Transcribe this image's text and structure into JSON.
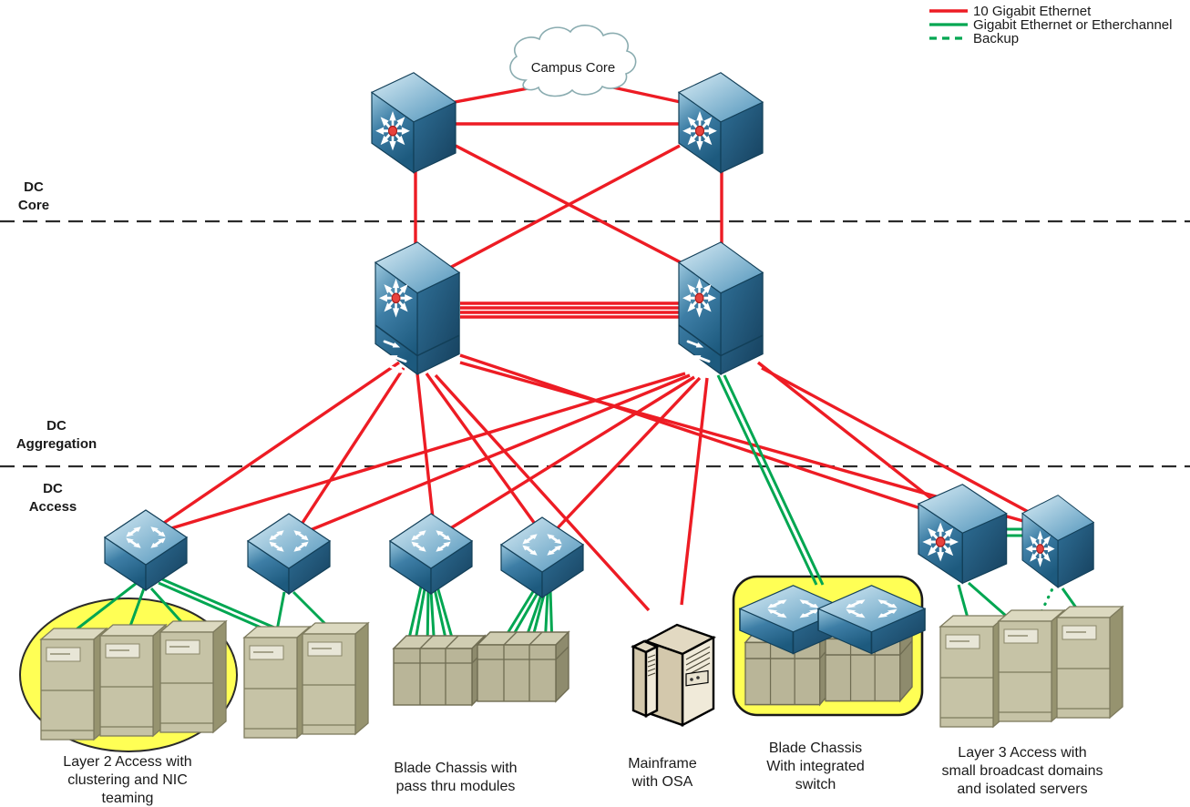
{
  "colors": {
    "red": "#ed1c24",
    "green": "#00a651",
    "yellow": "#ffff55",
    "switch_blue": "#3d7ea6",
    "server_tan": "#c6c3a6"
  },
  "legend": {
    "items": [
      {
        "label": "10 Gigabit Ethernet",
        "line_style": "red-solid"
      },
      {
        "label": "Gigabit Ethernet or Etherchannel",
        "line_style": "green-solid"
      },
      {
        "label": "Backup",
        "line_style": "green-dashed"
      }
    ]
  },
  "cloud": {
    "label": "Campus Core"
  },
  "layers": {
    "core": {
      "line1": "DC",
      "line2": "Core"
    },
    "aggregation": {
      "line1": "DC",
      "line2": "Aggregation"
    },
    "access": {
      "line1": "DC",
      "line2": "Access"
    }
  },
  "captions": {
    "l2_access": {
      "lines": [
        "Layer 2 Access with",
        "clustering and NIC",
        "teaming"
      ]
    },
    "blade_passthru": {
      "lines": [
        "Blade Chassis with",
        "pass thru modules"
      ]
    },
    "mainframe": {
      "lines": [
        "Mainframe",
        "with OSA"
      ]
    },
    "blade_integrated": {
      "lines": [
        "Blade Chassis",
        "With integrated",
        "switch"
      ]
    },
    "l3_access": {
      "lines": [
        "Layer 3 Access with",
        "small broadcast domains",
        "and isolated servers"
      ]
    }
  },
  "icons": {
    "multilayer_switch": "blue 3d cube with radiating arrows and red center dot",
    "aggregation_switch": "tall blue 3d box with star arrows and L2 arrow panel",
    "workgroup_switch": "flat blue 3d box with four diagonal arrows",
    "server": "tan tower server",
    "blade_chassis": "tan chassis with three blade slots",
    "mainframe": "cream tower with vents",
    "campus_core_cloud": "network cloud"
  }
}
